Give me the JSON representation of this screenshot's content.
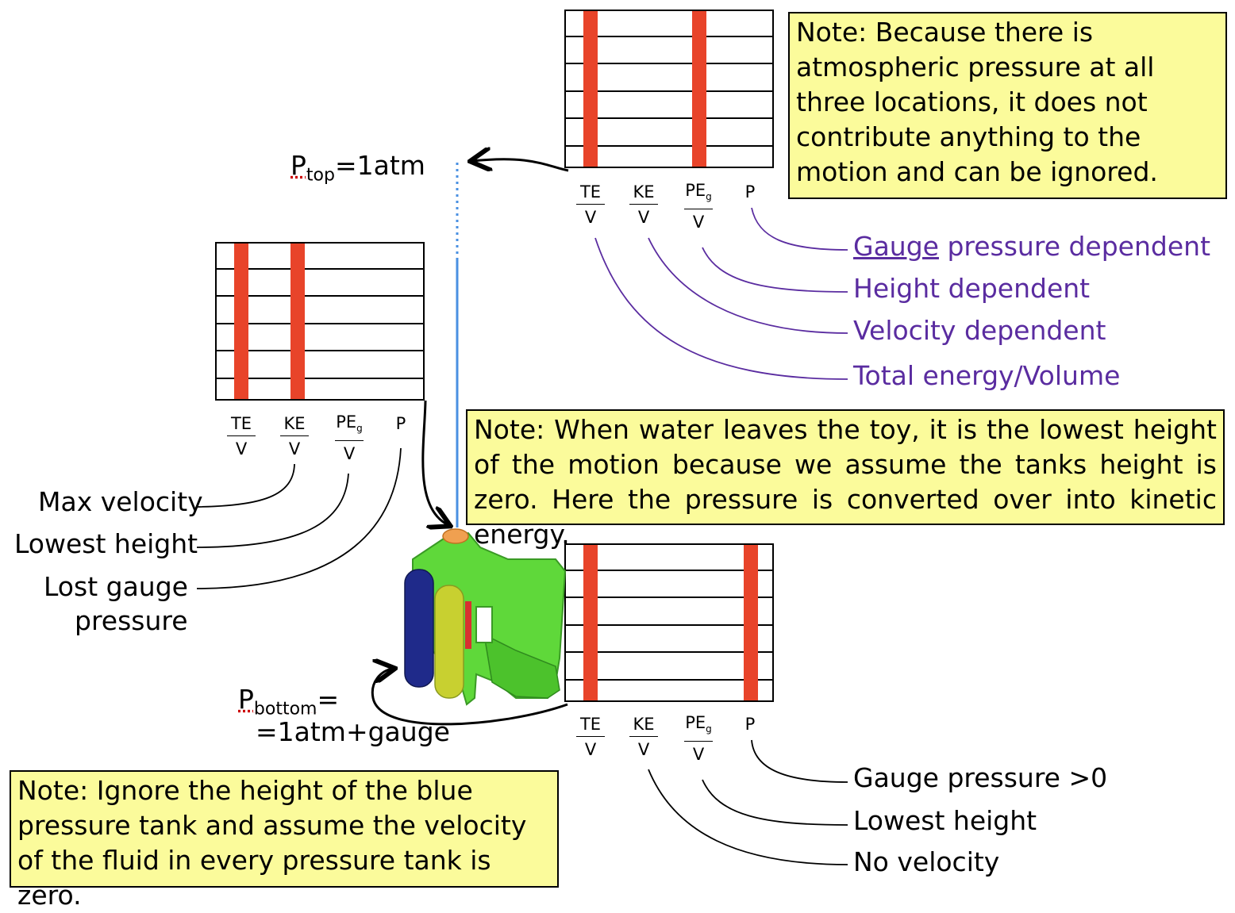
{
  "notes": {
    "top_right": "Note: Because there is atmospheric pressure at all three locations, it does not contribute anything to the motion and can be ignored.",
    "middle": "Note: When water leaves the toy, it is the lowest height of the motion because we assume the tanks height is zero. Here the pressure is converted over into kinetic energy.",
    "bottom_left": "Note: Ignore the height of the blue pressure tank and assume the velocity of the fluid in every pressure tank is zero."
  },
  "bar_labels": {
    "te": "TE",
    "ke": "KE",
    "pe": "PE",
    "pe_sub": "g",
    "p": "P",
    "v": "V"
  },
  "pressure_labels": {
    "top_p": "P",
    "top_sub": "top",
    "top_value": "=1atm",
    "bottom_p": "P",
    "bottom_sub": "bottom",
    "bottom_eq": "=",
    "bottom_value": "=1atm+gauge"
  },
  "top_legend": {
    "gauge_word": "Gauge",
    "gauge_rest": " pressure dependent",
    "height": "Height dependent",
    "velocity": "Velocity dependent",
    "total": "Total energy/Volume"
  },
  "left_legend": {
    "max_velocity": "Max velocity",
    "lowest_height": "Lowest height",
    "lost_gauge_1": "Lost gauge",
    "lost_gauge_2": "pressure"
  },
  "bottom_legend": {
    "gauge": "Gauge pressure >0",
    "lowest_height": "Lowest height",
    "no_velocity": "No velocity"
  },
  "colors": {
    "bar": "#e8442a",
    "note_bg": "#fbfb9b",
    "legend_text": "#5a2ca0",
    "stream": "#4a90e2"
  },
  "chart_data": [
    {
      "type": "bar",
      "location": "top",
      "categories": [
        "TE/V",
        "KE/V",
        "PEg/V",
        "P"
      ],
      "values": [
        6,
        0,
        6,
        0
      ]
    },
    {
      "type": "bar",
      "location": "exit",
      "categories": [
        "TE/V",
        "KE/V",
        "PEg/V",
        "P"
      ],
      "values": [
        6,
        6,
        0,
        0
      ]
    },
    {
      "type": "bar",
      "location": "bottom",
      "categories": [
        "TE/V",
        "KE/V",
        "PEg/V",
        "P"
      ],
      "values": [
        6,
        0,
        0,
        6
      ]
    }
  ]
}
